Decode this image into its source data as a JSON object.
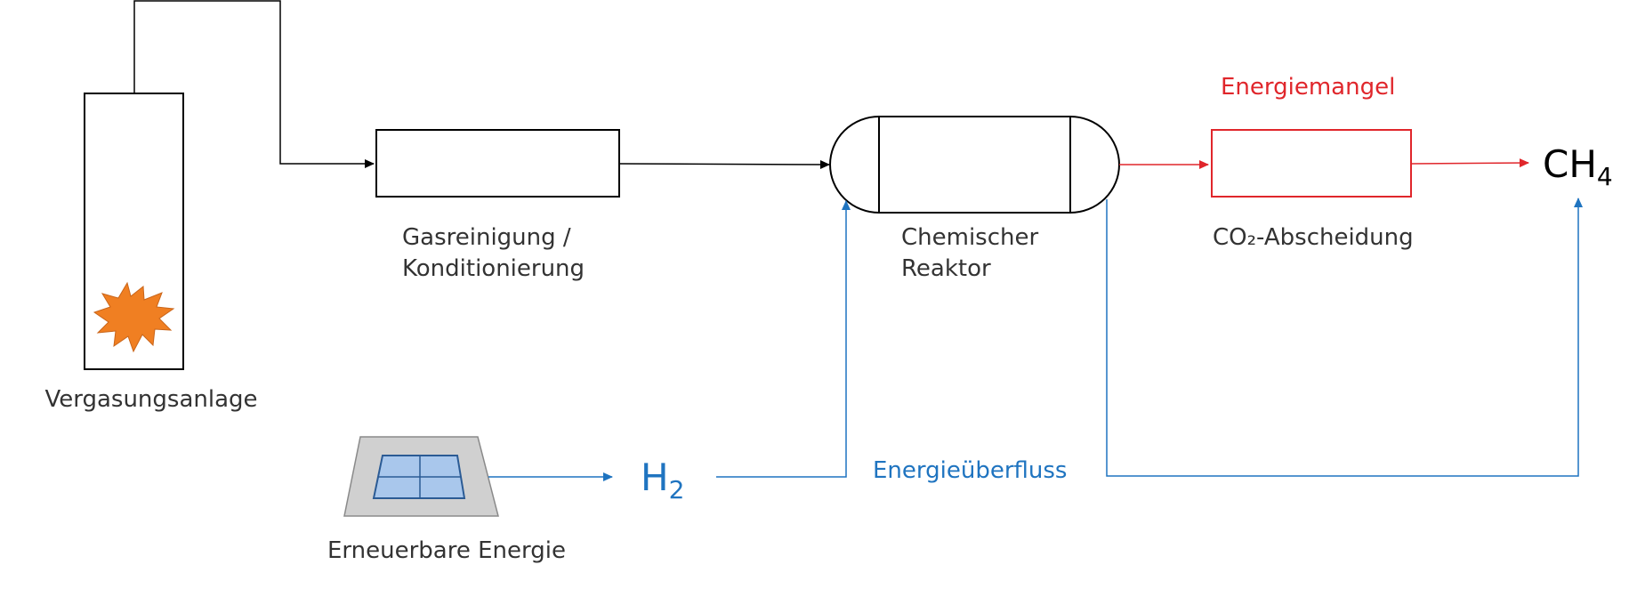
{
  "labels": {
    "gasification": "Vergasungsanlage",
    "gas_cleaning_line1": "Gasreinigung /",
    "gas_cleaning_line2": "Konditionierung",
    "reactor_line1": "Chemischer",
    "reactor_line2": "Reaktor",
    "co2_separation": "CO₂-Abscheidung",
    "renewable_energy": "Erneuerbare Energie",
    "energy_shortage": "Energiemangel",
    "energy_surplus": "Energieüberfluss"
  },
  "products": {
    "ch4_main": "CH",
    "ch4_sub": "4",
    "h2_main": "H",
    "h2_sub": "2"
  },
  "colors": {
    "black": "#000000",
    "blue": "#1f74c0",
    "red": "#e0262b",
    "flame": "#f07f22",
    "panel_frame": "#d0d0d0",
    "panel_glass": "#a9c7ec"
  },
  "icons": {
    "flame": "flame-icon",
    "solar_panel": "solar-panel-icon"
  }
}
